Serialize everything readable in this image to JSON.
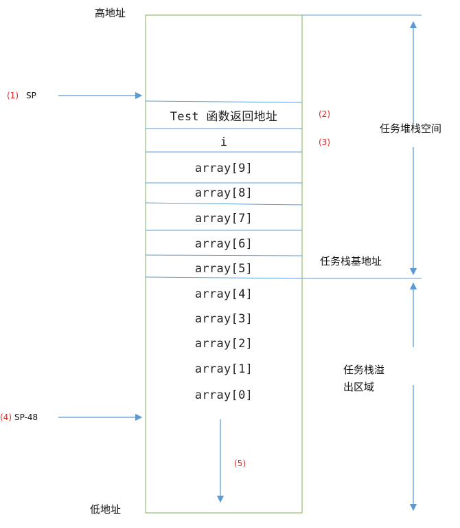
{
  "addresses": {
    "high": "高地址",
    "low": "低地址"
  },
  "stack_cells": {
    "return_address": "Test 函数返回地址",
    "local_i": "i",
    "array": [
      "array[9]",
      "array[8]",
      "array[7]",
      "array[6]",
      "array[5]",
      "array[4]",
      "array[3]",
      "array[2]",
      "array[1]",
      "array[0]"
    ]
  },
  "markers": {
    "m1_num": "(1)",
    "m1_label": "SP",
    "m2_num": "(2)",
    "m3_num": "(3)",
    "m4_num": "(4)",
    "m4_label": "SP-48",
    "m5_num": "(5)"
  },
  "regions": {
    "task_stack_space": "任务堆栈空间",
    "task_stack_base": "任务栈基地址",
    "overflow_line1": "任务栈溢",
    "overflow_line2": "出区域"
  },
  "colors": {
    "box_border": "#8fbf6f",
    "lines": "#5b9bd5",
    "marker_red": "#e8231f"
  }
}
